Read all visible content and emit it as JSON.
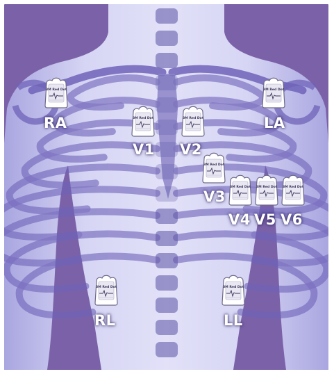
{
  "diagram": {
    "background_color": "#7b62a8",
    "body_color": "#c9c8ee",
    "bone_color": "#6f63b8",
    "electrode_print": "3M Red Dot",
    "electrodes": [
      {
        "id": "RA",
        "label": "RA"
      },
      {
        "id": "V1",
        "label": "V1"
      },
      {
        "id": "V2",
        "label": "V2"
      },
      {
        "id": "LA",
        "label": "LA"
      },
      {
        "id": "V3",
        "label": "V3"
      },
      {
        "id": "V4",
        "label": "V4"
      },
      {
        "id": "V5",
        "label": "V5"
      },
      {
        "id": "V6",
        "label": "V6"
      },
      {
        "id": "RL",
        "label": "RL"
      },
      {
        "id": "LL",
        "label": "LL"
      }
    ]
  }
}
